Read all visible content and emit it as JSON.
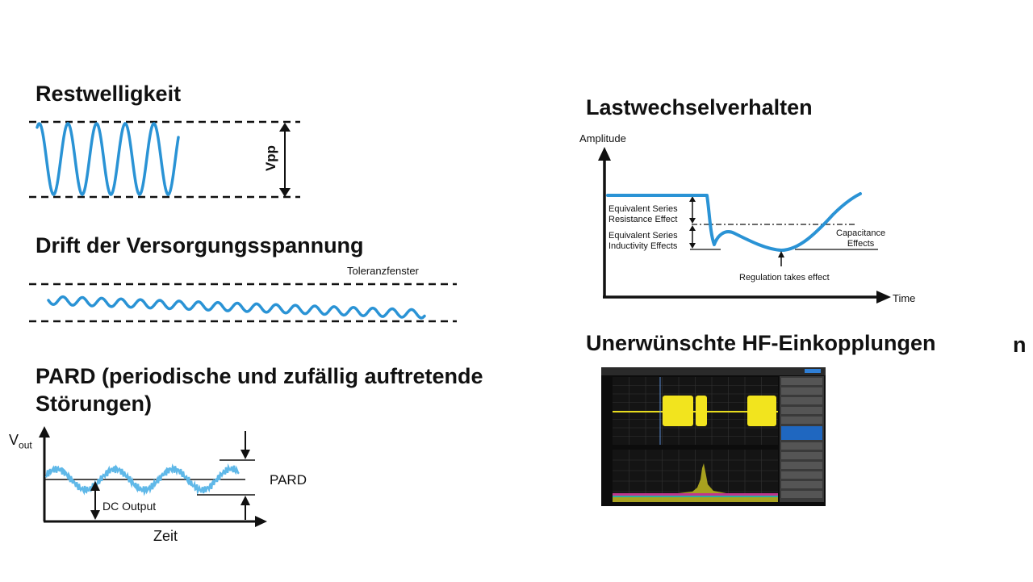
{
  "ripple": {
    "title": "Restwelligkeit",
    "vpp_label": "Vpp"
  },
  "drift": {
    "title": "Drift der Versorgungsspannung",
    "window_label": "Toleranzfenster"
  },
  "pard": {
    "title_line1": "PARD (periodische und zufällig auftretende",
    "title_line2": "Störungen)",
    "y_axis_label": "V",
    "y_axis_sub": "out",
    "x_axis_label": "Zeit",
    "dc_label": "DC Output",
    "pard_label": "PARD"
  },
  "load": {
    "title": "Lastwechselverhalten",
    "y_axis_label": "Amplitude",
    "x_axis_label": "Time",
    "esr_line1": "Equivalent Series",
    "esr_line2": "Resistance Effect",
    "esl_line1": "Equivalent Series",
    "esl_line2": "Inductivity Effects",
    "cap_line1": "Capacitance",
    "cap_line2": "Effects",
    "regulation_label": "Regulation takes effect"
  },
  "hf": {
    "title": "Unerwünschte HF-Einkopplungen",
    "stray_char": "n"
  },
  "colors": {
    "wave": "#2a93d5",
    "pard_wave": "#5fb8e8",
    "scope_bg": "#141414",
    "scope_signal": "#f2e41e",
    "scope_panel": "#3a3a3a"
  }
}
